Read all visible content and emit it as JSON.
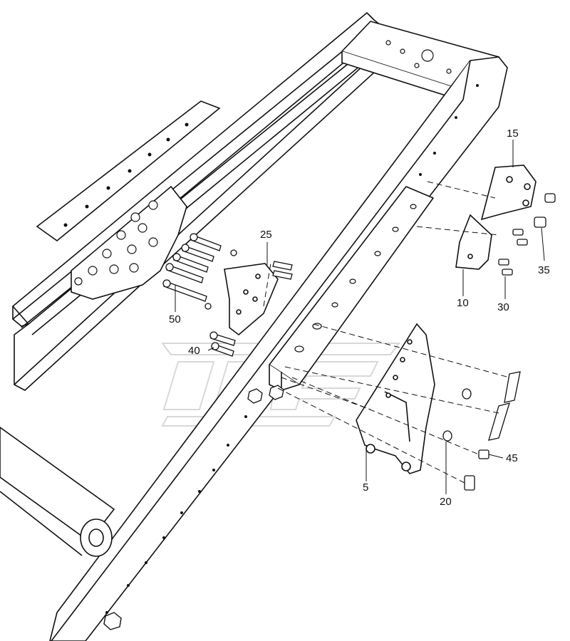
{
  "diagram": {
    "type": "exploded parts drawing",
    "callouts": [
      {
        "id": "c15",
        "label": "15"
      },
      {
        "id": "c25",
        "label": "25"
      },
      {
        "id": "c35",
        "label": "35"
      },
      {
        "id": "c10",
        "label": "10"
      },
      {
        "id": "c30",
        "label": "30"
      },
      {
        "id": "c50",
        "label": "50"
      },
      {
        "id": "c40",
        "label": "40"
      },
      {
        "id": "c45",
        "label": "45"
      },
      {
        "id": "c5",
        "label": "5"
      },
      {
        "id": "c20",
        "label": "20"
      }
    ],
    "colors": {
      "line": "#111111",
      "watermark": "#d8d8d8",
      "background": "#ffffff"
    }
  }
}
